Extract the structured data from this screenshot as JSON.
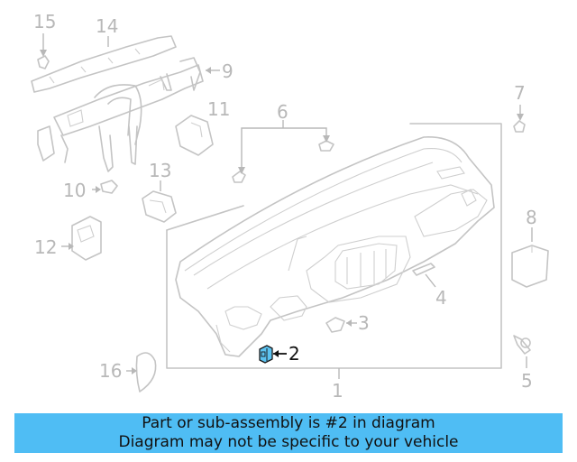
{
  "diagram": {
    "callouts": {
      "c1": "1",
      "c2": "2",
      "c3": "3",
      "c4": "4",
      "c5": "5",
      "c6": "6",
      "c7": "7",
      "c8": "8",
      "c9": "9",
      "c10": "10",
      "c11": "11",
      "c12": "12",
      "c13": "13",
      "c14": "14",
      "c15": "15",
      "c16": "16"
    },
    "highlighted_part": "2",
    "colors": {
      "highlight_fill": "#5cc3f1",
      "line_gray": "#c4c4c4",
      "banner": "#4fbdf4"
    }
  },
  "banner": {
    "line1": "Part or sub-assembly is #2 in diagram",
    "line2": "Diagram may not be specific to your vehicle"
  }
}
